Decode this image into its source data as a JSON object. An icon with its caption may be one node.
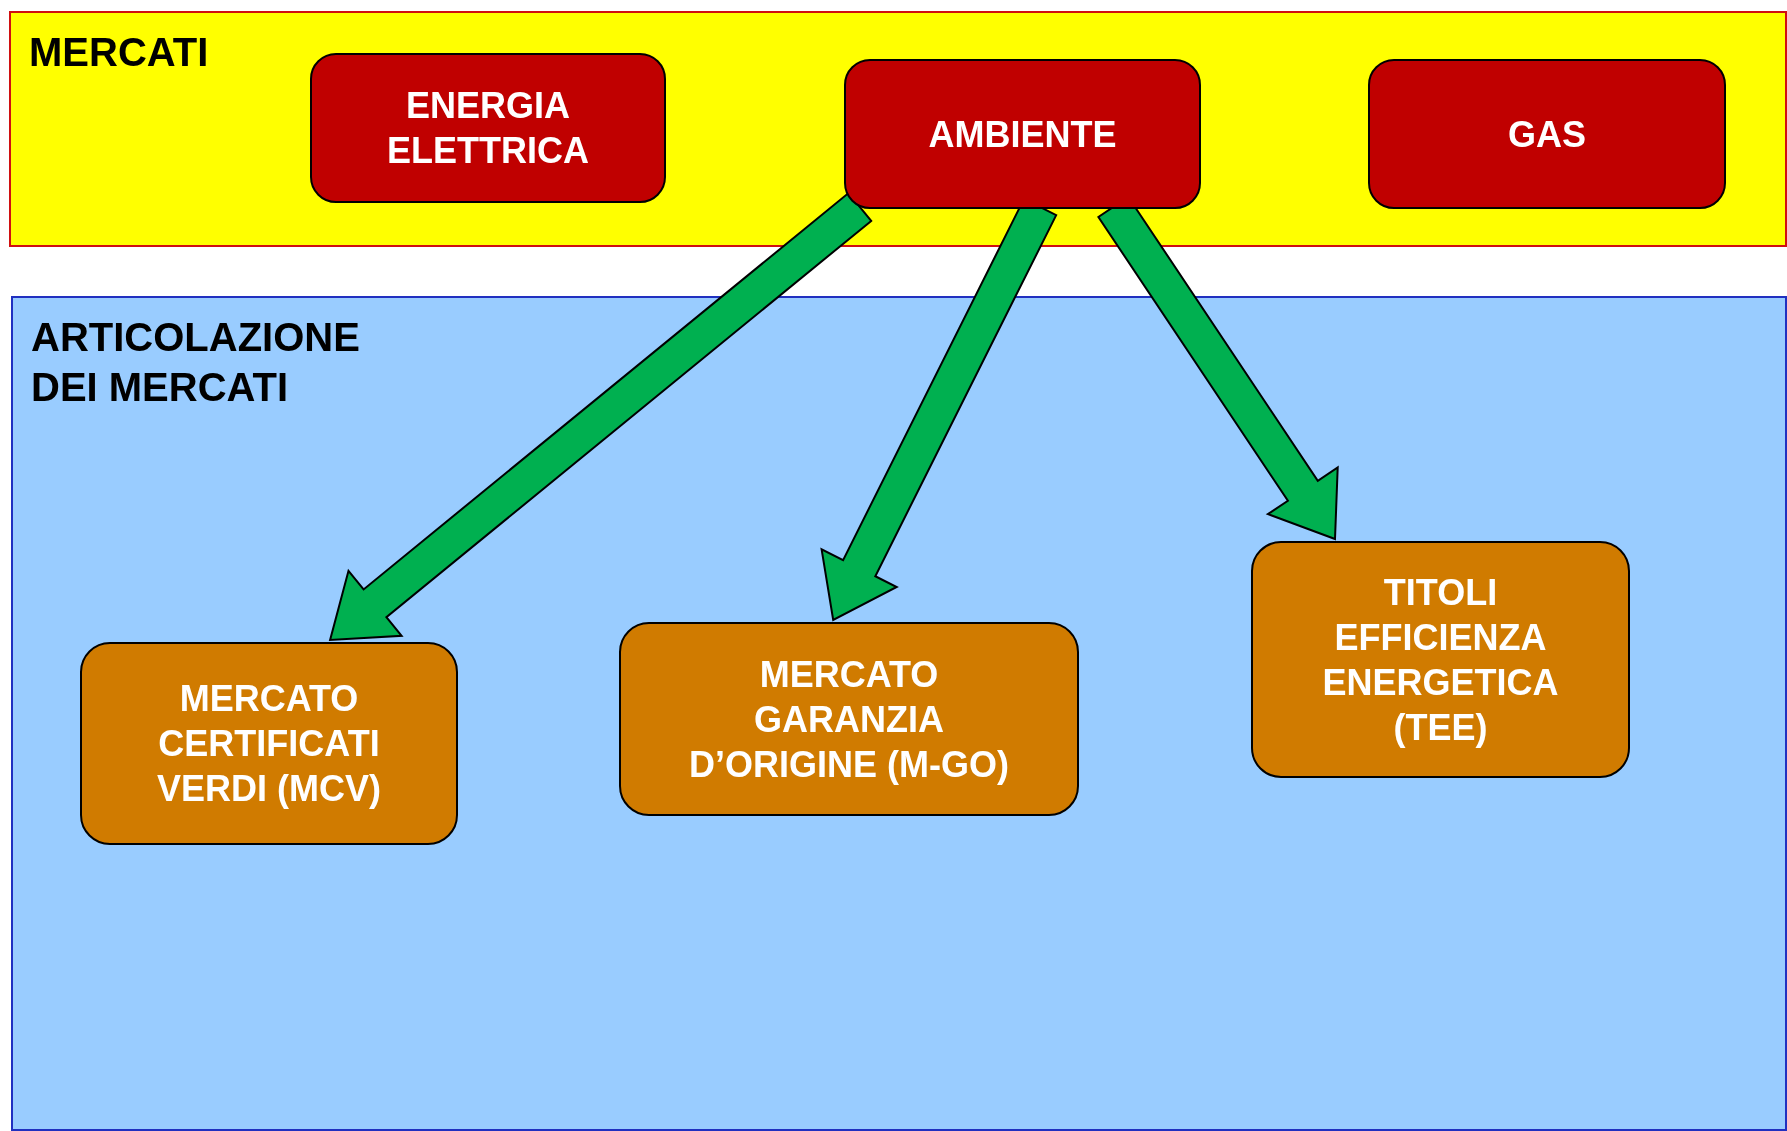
{
  "diagram": {
    "nodes": [
      {
        "text": [
          "MERCATI"
        ]
      },
      {
        "text": [
          "ENERGIA ELETTRICA"
        ],
        "in": 0
      },
      {
        "text": [
          "AMBIENTE"
        ],
        "in": 0
      },
      {
        "text": [
          "GAS"
        ],
        "in": 0
      },
      {
        "text": [
          "ARTICOLAZIONE DEI MERCATI"
        ]
      },
      {
        "text": [
          "MERCATO CERTIFICATI VERDI (MCV)"
        ],
        "in": 4
      },
      {
        "text": [
          "MERCATO GARANZIA D’ORIGINE (M-GO)"
        ],
        "in": 4
      },
      {
        "text": [
          "TITOLI EFFICIENZA ENERGETICA (TEE)"
        ],
        "in": 4
      }
    ],
    "edges": [
      {
        "from": 2,
        "to": 5,
        "arrow": "to",
        "style": "thick",
        "color": "#00b050"
      },
      {
        "from": 2,
        "to": 6,
        "arrow": "to",
        "style": "thick",
        "color": "#00b050"
      },
      {
        "from": 2,
        "to": 7,
        "arrow": "to",
        "style": "thick",
        "color": "#00b050"
      }
    ]
  }
}
